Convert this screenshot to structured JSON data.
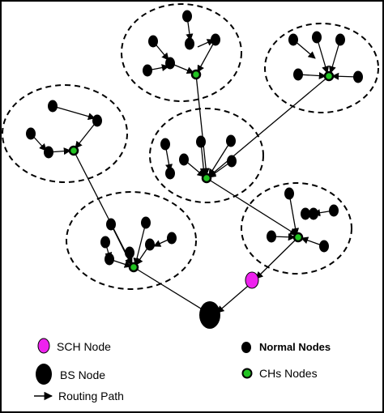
{
  "colors": {
    "normal_node": "#000000",
    "ch_node_fill": "#22c322",
    "ch_node_ring": "#000000",
    "sch_node": "#ee22ee",
    "bs_node": "#000000",
    "cluster_border": "#000000",
    "edge": "#000000"
  },
  "legend": {
    "sch_label": "SCH Node",
    "bs_label": "BS Node",
    "route_label": "Routing Path",
    "normal_label": "Normal Nodes",
    "ch_label": "CHs Nodes"
  },
  "icons": {
    "normal": "black-dot-icon",
    "ch": "green-dot-icon",
    "sch": "magenta-oval-icon",
    "bs": "large-black-oval-icon",
    "route": "arrow-right-icon"
  }
}
